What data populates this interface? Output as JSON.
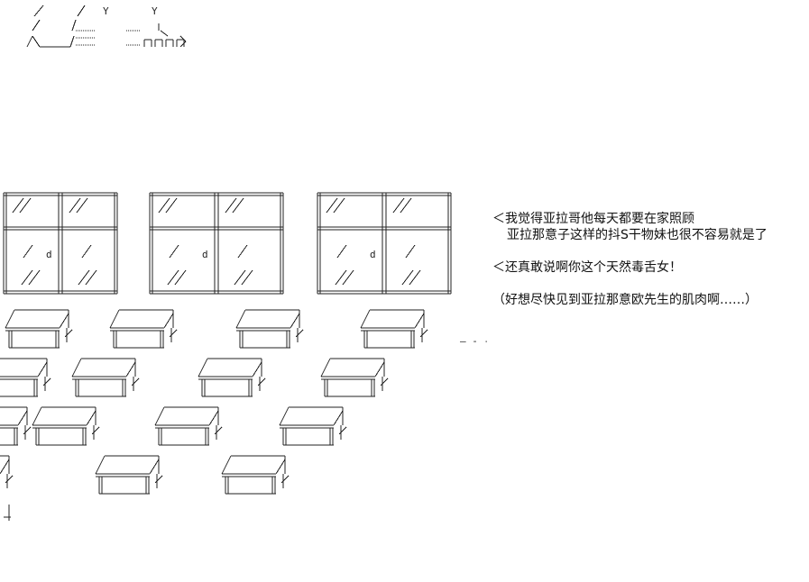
{
  "dialogue": {
    "line1": "＜我觉得亚拉哥他每天都要在家照顾",
    "line2": "亚拉那意子这样的抖S干物妹也很不容易就是了",
    "line3": "＜还真敢说啊你这个天然毒舌女！",
    "line4": "（好想尽快见到亚拉那意欧先生的肌肉啊……）"
  },
  "art": {
    "top_left_marks": "Y",
    "top_right_marks": "Y",
    "board_letter": "d",
    "trailing_dashes": "— - -"
  },
  "colors": {
    "ink": "#111111",
    "background": "#ffffff"
  }
}
